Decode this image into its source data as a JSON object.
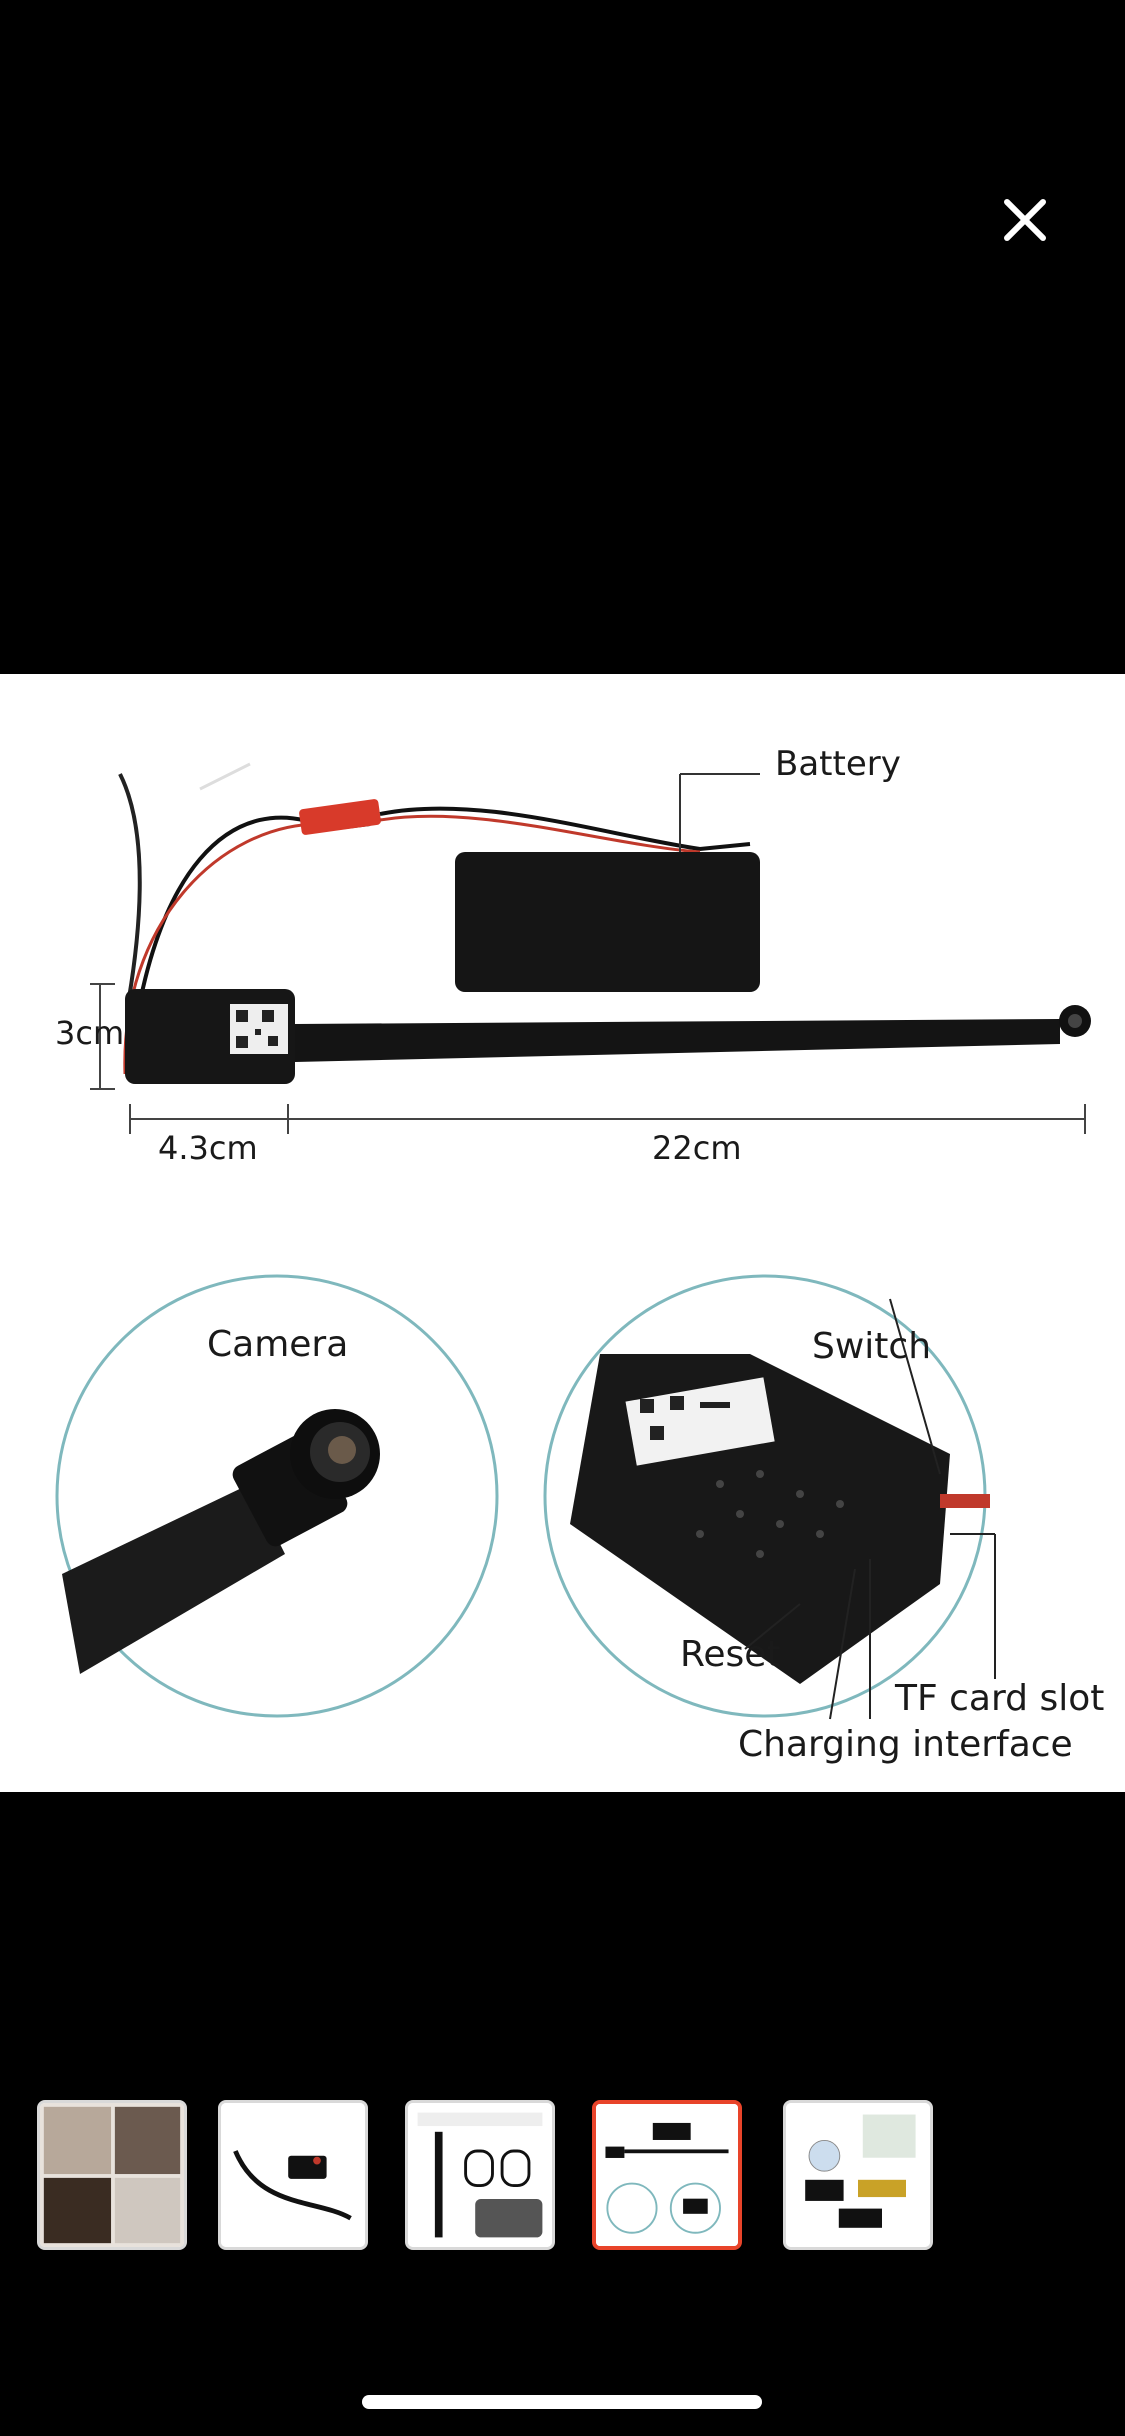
{
  "viewer": {
    "close_icon": "close-icon",
    "current_index": 4,
    "thumbnail_count": 5
  },
  "image": {
    "labels": {
      "battery": "Battery",
      "height": "3cm",
      "width": "4.3cm",
      "length": "22cm",
      "camera": "Camera",
      "switch": "Switch",
      "reset": "Reset",
      "tf_card": "TF card slot",
      "charging": "Charging interface"
    }
  },
  "thumbnails": [
    {
      "name": "thumbnail-1",
      "desc": "collage"
    },
    {
      "name": "thumbnail-2",
      "desc": "camera module"
    },
    {
      "name": "thumbnail-3",
      "desc": "feature icons"
    },
    {
      "name": "thumbnail-4",
      "desc": "dimensions diagram",
      "active": true
    },
    {
      "name": "thumbnail-5",
      "desc": "package contents"
    }
  ],
  "colors": {
    "background": "#000000",
    "active_border": "#e8442a",
    "circle_stroke": "#7fb8bd"
  }
}
